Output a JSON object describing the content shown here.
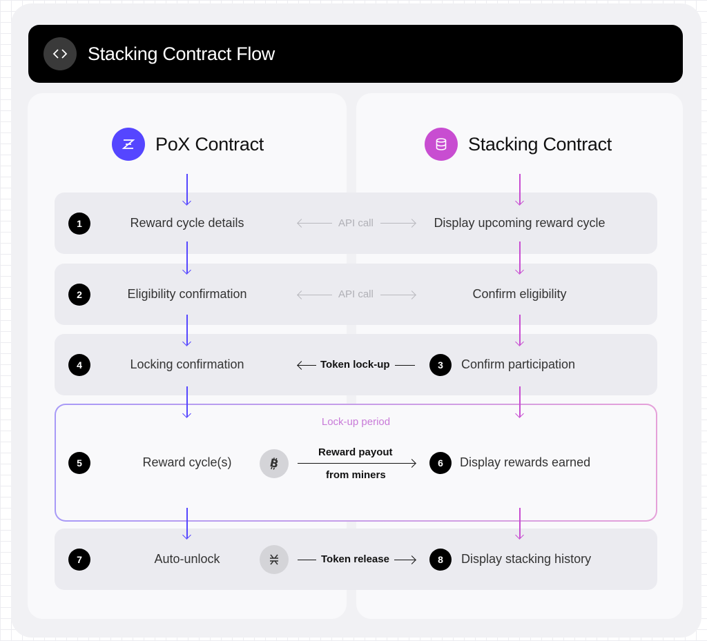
{
  "title": "Stacking Contract Flow",
  "icons": {
    "title": "code-brackets-icon",
    "pox": "pox-z-icon",
    "stacking": "database-icon",
    "bitcoin": "bitcoin-icon",
    "stx": "stx-icon"
  },
  "colors": {
    "pox_accent": "#5546ff",
    "stacking_accent": "#c84dd1",
    "lockup_label": "#c87ad8"
  },
  "columns": {
    "left": "PoX Contract",
    "right": "Stacking Contract"
  },
  "rows": [
    {
      "left_num": "1",
      "left": "Reward cycle details",
      "middle": "API call",
      "right": "Display upcoming reward cycle"
    },
    {
      "left_num": "2",
      "left": "Eligibility confirmation",
      "middle": "API call",
      "right": "Confirm eligibility"
    },
    {
      "left_num": "4",
      "left": "Locking confirmation",
      "middle": "Token lock-up",
      "right_num": "3",
      "right": "Confirm participation"
    },
    {
      "left_num": "5",
      "left": "Reward cycle(s)",
      "middle_top": "Reward payout",
      "middle_bottom": "from miners",
      "right_num": "6",
      "right": "Display rewards earned"
    },
    {
      "left_num": "7",
      "left": "Auto-unlock",
      "middle": "Token release",
      "right_num": "8",
      "right": "Display stacking history"
    }
  ],
  "lockup_label": "Lock-up period"
}
